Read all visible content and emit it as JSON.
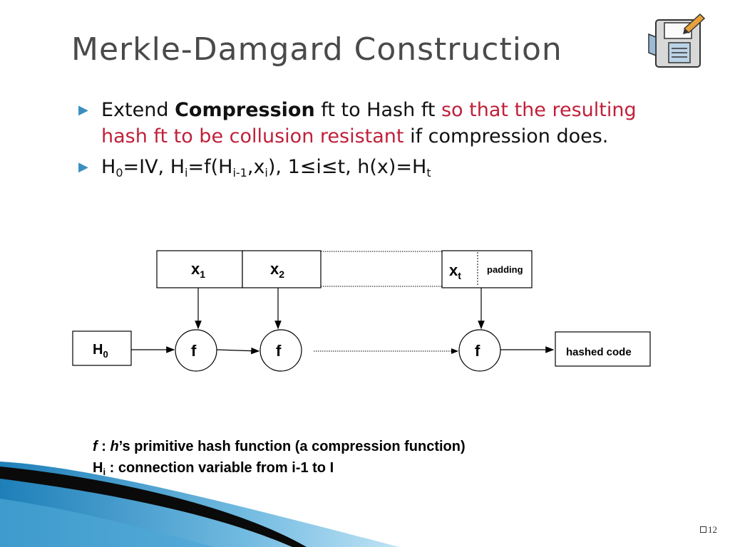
{
  "slide": {
    "title": "Merkle-Damgard  Construction",
    "page_number": "12"
  },
  "bullets": [
    {
      "part1": "Extend ",
      "bold": "Compression",
      "part2": " ft to Hash ft ",
      "red": "so that the resulting hash ft to be collusion resistant",
      "part3": " if compression does."
    },
    {
      "h0": "H",
      "h0_sub": "0",
      "eq1": "=IV, H",
      "hi_sub": "i",
      "eq2": "=f(H",
      "him1_sub": "i-1",
      "eq3": ",x",
      "xi_sub": "i",
      "eq4": "), 1≤i≤t, h(x)=H",
      "ht_sub": "t"
    }
  ],
  "diagram": {
    "x1": "x",
    "x1_sub": "1",
    "x2": "x",
    "x2_sub": "2",
    "xt": "x",
    "xt_sub": "t",
    "padding": "padding",
    "h0": "H",
    "h0_sub": "0",
    "f1": "f",
    "f2": "f",
    "f3": "f",
    "output": "hashed code"
  },
  "legend": {
    "line1_f": "f",
    "line1_colon": " : ",
    "line1_h": "h",
    "line1_rest": "’s primitive hash function  (a compression function)",
    "line2_h": "H",
    "line2_sub": "i",
    "line2_rest": " : connection variable from i-1 to  I"
  }
}
